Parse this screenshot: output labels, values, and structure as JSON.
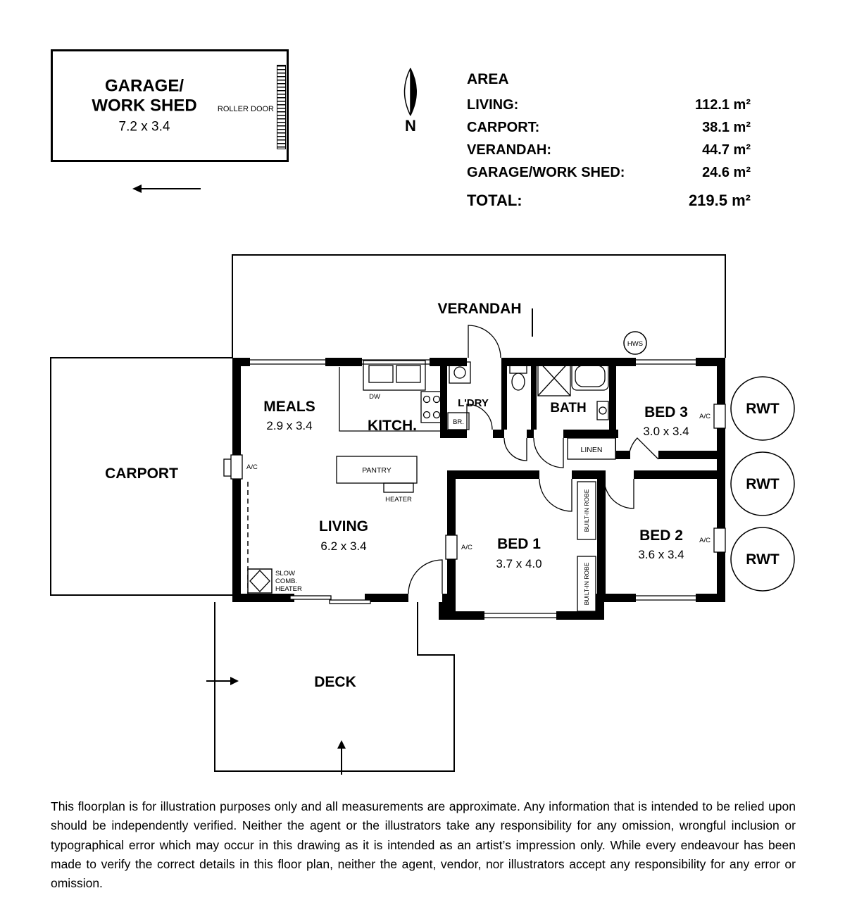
{
  "colors": {
    "background": "#ffffff",
    "line": "#000000"
  },
  "garage": {
    "title_line1": "GARAGE/",
    "title_line2": "WORK SHED",
    "dims": "7.2 x 3.4",
    "roller_door": "ROLLER DOOR"
  },
  "compass": {
    "label": "N"
  },
  "area_table": {
    "title": "AREA",
    "rows": [
      {
        "label": "LIVING:",
        "value": "112.1 m²"
      },
      {
        "label": "CARPORT:",
        "value": "38.1 m²"
      },
      {
        "label": "VERANDAH:",
        "value": "44.7 m²"
      },
      {
        "label": "GARAGE/WORK SHED:",
        "value": "24.6 m²"
      }
    ],
    "total_label": "TOTAL:",
    "total_value": "219.5 m²"
  },
  "floorplan": {
    "verandah": "VERANDAH",
    "hws": "HWS",
    "carport": "CARPORT",
    "meals": {
      "name": "MEALS",
      "dims": "2.9 x 3.4"
    },
    "kitchen": {
      "name": "KITCH.",
      "dw": "DW",
      "pantry": "PANTRY",
      "heater": "HEATER"
    },
    "ldry": {
      "name": "L'DRY",
      "br": "BR."
    },
    "bath": {
      "name": "BATH"
    },
    "linen": "LINEN",
    "living": {
      "name": "LIVING",
      "dims": "6.2 x 3.4"
    },
    "bed1": {
      "name": "BED 1",
      "dims": "3.7 x 4.0"
    },
    "bed2": {
      "name": "BED 2",
      "dims": "3.6 x 3.4"
    },
    "bed3": {
      "name": "BED 3",
      "dims": "3.0 x 3.4"
    },
    "robe": "BUILT-IN ROBE",
    "ac": "A/C",
    "rwt": "RWT",
    "slow_heater": {
      "line1": "SLOW",
      "line2": "COMB.",
      "line3": "HEATER"
    },
    "deck": "DECK"
  },
  "disclaimer": "This floorplan is for illustration purposes only and all measurements are approximate. Any information that is intended to be relied upon should be independently verified. Neither the agent or the illustrators take any responsibility for any omission, wrongful inclusion or typographical error which may occur in this drawing as it is intended as an artist’s impression only. While every endeavour has been made to verify the correct details in this floor plan, neither the agent, vendor, nor illustrators accept any responsibility for any error or omission."
}
